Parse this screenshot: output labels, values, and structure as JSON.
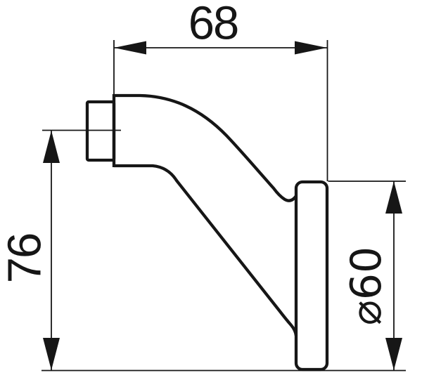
{
  "drawing": {
    "description": "Engineering dimension drawing, side view of angled end-outline lamp bracket",
    "dimensions": {
      "top_width": "68",
      "left_height": "76",
      "right_diameter": "⌀60"
    },
    "colors": {
      "line": "#161616",
      "background": "#ffffff"
    },
    "icons": {
      "arrowhead": "slim filled triangle dimension arrow"
    }
  }
}
